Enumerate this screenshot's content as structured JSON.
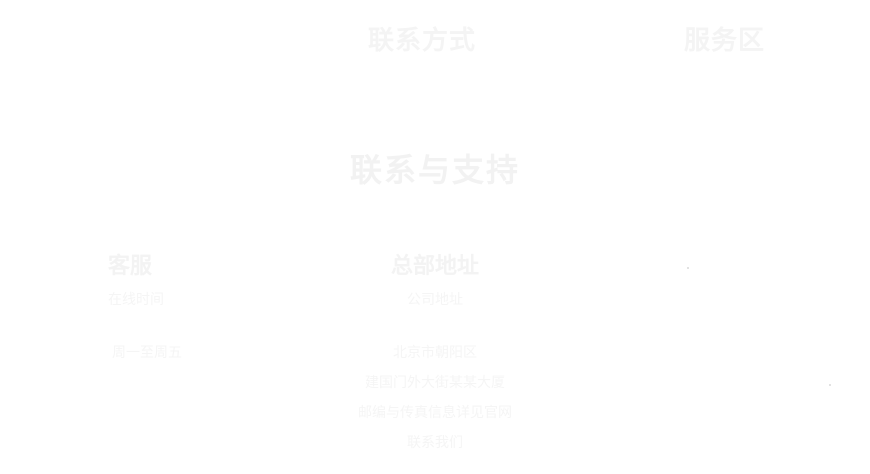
{
  "nav": {
    "left_link": "联系方式",
    "right_link": "服务区"
  },
  "page": {
    "title": "联系与支持"
  },
  "columns": {
    "left": {
      "heading": "客服",
      "sub": "在线时间",
      "body": [
        "周一至周五"
      ]
    },
    "center": {
      "heading": "总部地址",
      "sub": "公司地址",
      "body": [
        "北京市朝阳区",
        "建国门外大街某某大厦",
        "邮编与传真信息详见官网",
        "联系我们"
      ]
    }
  }
}
